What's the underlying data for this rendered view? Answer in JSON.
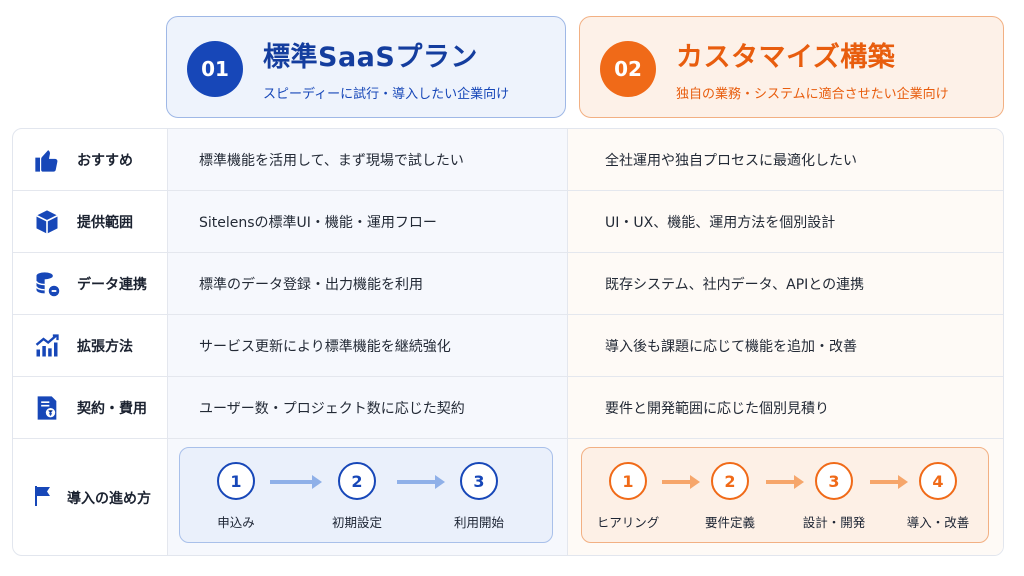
{
  "plans": [
    {
      "num": "01",
      "title": "標準SaaSプラン",
      "subtitle": "スピーディーに試行・導入したい企業向け",
      "color": "#1747b8"
    },
    {
      "num": "02",
      "title": "カスタマイズ構築",
      "subtitle": "独自の業務・システムに適合させたい企業向け",
      "color": "#f06a18"
    }
  ],
  "rows": [
    {
      "icon": "thumbs-up-icon",
      "label": "おすすめ",
      "standard": "標準機能を活用して、まず現場で試したい",
      "custom": "全社運用や独自プロセスに最適化したい"
    },
    {
      "icon": "cube-icon",
      "label": "提供範囲",
      "standard": "Sitelensの標準UI・機能・運用フロー",
      "custom": "UI・UX、機能、運用方法を個別設計"
    },
    {
      "icon": "database-link-icon",
      "label": "データ連携",
      "standard": "標準のデータ登録・出力機能を利用",
      "custom": "既存システム、社内データ、APIとの連携"
    },
    {
      "icon": "growth-chart-icon",
      "label": "拡張方法",
      "standard": "サービス更新により標準機能を継続強化",
      "custom": "導入後も課題に応じて機能を追加・改善"
    },
    {
      "icon": "invoice-yen-icon",
      "label": "契約・費用",
      "standard": "ユーザー数・プロジェクト数に応じた契約",
      "custom": "要件と開発範囲に応じた個別見積り"
    }
  ],
  "flow": {
    "icon": "flag-icon",
    "label": "導入の進め方",
    "standard_steps": [
      {
        "n": "1",
        "label": "申込み"
      },
      {
        "n": "2",
        "label": "初期設定"
      },
      {
        "n": "3",
        "label": "利用開始"
      }
    ],
    "custom_steps": [
      {
        "n": "1",
        "label": "ヒアリング"
      },
      {
        "n": "2",
        "label": "要件定義"
      },
      {
        "n": "3",
        "label": "設計・開発"
      },
      {
        "n": "4",
        "label": "導入・改善"
      }
    ]
  }
}
